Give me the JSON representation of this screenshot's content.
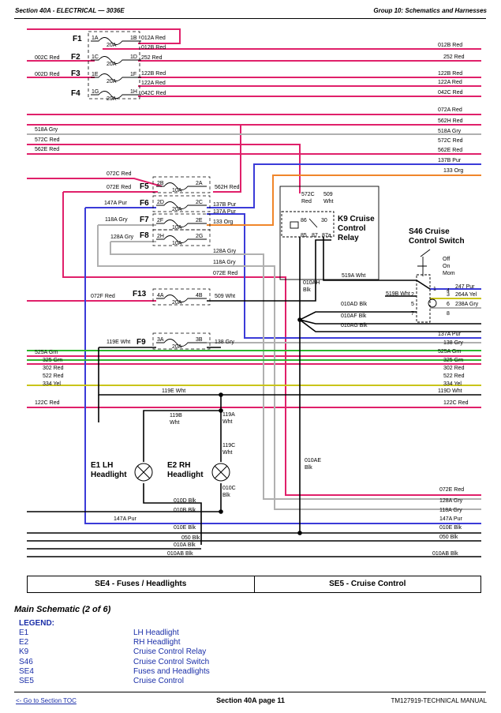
{
  "header": {
    "left": "Section 40A - ELECTRICAL — 3036E",
    "right": "Group 10: Schematics and Harnesses"
  },
  "fuses": [
    {
      "id": "F1",
      "rating": "20A",
      "in_pin": "1A",
      "out_pin": "1B"
    },
    {
      "id": "F2",
      "rating": "20A",
      "in_pin": "1C",
      "out_pin": "1D"
    },
    {
      "id": "F3",
      "rating": "20A",
      "in_pin": "1E",
      "out_pin": "1F"
    },
    {
      "id": "F4",
      "rating": "20A",
      "in_pin": "1G",
      "out_pin": "1H"
    },
    {
      "id": "F5",
      "rating": "10A",
      "in_pin": "2B",
      "out_pin": "2A"
    },
    {
      "id": "F6",
      "rating": "20A",
      "in_pin": "2D",
      "out_pin": "2C"
    },
    {
      "id": "F7",
      "rating": "10A",
      "in_pin": "2F",
      "out_pin": "2E"
    },
    {
      "id": "F8",
      "rating": "10A",
      "in_pin": "2H",
      "out_pin": "2G"
    },
    {
      "id": "F13",
      "rating": "20A",
      "in_pin": "4A",
      "out_pin": "4B"
    },
    {
      "id": "F9",
      "rating": "20A",
      "in_pin": "3A",
      "out_pin": "3B"
    }
  ],
  "wire_labels": [
    "012A Red",
    "012B Red",
    "002C Red",
    "252 Red",
    "002D Red",
    "122B Red",
    "122A Red",
    "042C Red",
    "012B Red",
    "252 Red",
    "122B Red",
    "122A Red",
    "042C Red",
    "072A Red",
    "562H Red",
    "518A Gry",
    "572C Red",
    "562E Red",
    "518A Gry",
    "572C Red",
    "562E Red",
    "137B Pur",
    "133 Org",
    "072C Red",
    "072E Red",
    "562H Red",
    "147A Pur",
    "137B Pur",
    "137A Pur",
    "118A Gry",
    "133 Org",
    "128A Gry",
    "128A Gry",
    "118A Gry",
    "072E Red",
    "072F Red",
    "509 Wht",
    "119E Wht",
    "138 Gry",
    "525A Grn",
    "325 Grn",
    "302 Red",
    "522 Red",
    "334 Yel",
    "119E Wht",
    "122C Red",
    "137A Pur",
    "138 Gry",
    "525A Grn",
    "325 Grn",
    "302 Red",
    "522 Red",
    "334 Yel",
    "119D Wht",
    "122C Red",
    "119B",
    "Wht",
    "119A",
    "Wht",
    "119C",
    "Wht",
    "010C",
    "Blk",
    "010D Blk",
    "010B Blk",
    "147A Pur",
    "010E Blk",
    "050 Blk",
    "010A Blk",
    "010AB Blk",
    "010AE",
    "Blk",
    "010AH",
    "Blk",
    "010AD Blk",
    "010AF Blk",
    "010AG Blk",
    "572C",
    "Red",
    "509",
    "Wht",
    "519A Wht",
    "519B Wht",
    "247 Pur",
    "264A Yel",
    "238A Gry",
    "072E Red",
    "128A Gry",
    "118A Gry",
    "147A Pur",
    "010E Blk",
    "050 Blk",
    "010AB Blk"
  ],
  "components": {
    "k9": {
      "ref": "K9 Cruise",
      "l2": "Control",
      "l3": "Relay",
      "pins": [
        "86",
        "30",
        "85",
        "87",
        "87a"
      ]
    },
    "s46": {
      "title1": "S46 Cruise",
      "title2": "Control Switch",
      "positions": [
        "Off",
        "On",
        "Mom"
      ],
      "pins": [
        "1",
        "2",
        "3",
        "4",
        "5",
        "6",
        "7",
        "8"
      ]
    },
    "e1": {
      "l1": "E1 LH",
      "l2": "Headlight"
    },
    "e2": {
      "l1": "E2 RH",
      "l2": "Headlight"
    }
  },
  "sections": [
    "SE4 - Fuses / Headlights",
    "SE5 - Cruise Control"
  ],
  "caption": "Main Schematic (2 of 6)",
  "legend": {
    "title": "LEGEND:",
    "items": [
      {
        "code": "E1",
        "desc": "LH Headlight"
      },
      {
        "code": "E2",
        "desc": "RH Headlight"
      },
      {
        "code": "K9",
        "desc": "Cruise Control Relay"
      },
      {
        "code": "S46",
        "desc": "Cruise Control Switch"
      },
      {
        "code": "SE4",
        "desc": "Fuses and Headlights"
      },
      {
        "code": "SE5",
        "desc": "Cruise Control"
      }
    ]
  },
  "footer": {
    "toc_link": "<- Go to Section TOC",
    "page": "Section 40A page 11",
    "manual": "TM127919-TECHNICAL MANUAL"
  },
  "colors": {
    "red": "#e0206a",
    "purple": "#3b3bd8",
    "gray": "#b0b0b0",
    "orange": "#f0862a",
    "green": "#2db52d",
    "yellow": "#c9c41a",
    "black": "#000000"
  }
}
